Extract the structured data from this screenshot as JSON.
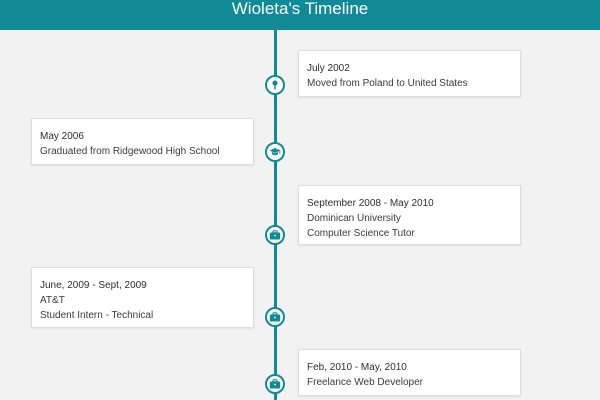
{
  "header": {
    "title": "Wioleta's Timeline"
  },
  "colors": {
    "accent": "#0f8a96",
    "background": "#f2f2f2",
    "card": "#ffffff"
  },
  "events": [
    {
      "side": "right",
      "icon": "pin-icon",
      "lines": [
        "July 2002",
        "Moved from Poland to United States"
      ]
    },
    {
      "side": "left",
      "icon": "graduation-cap-icon",
      "lines": [
        "May 2006",
        "Graduated from Ridgewood High School"
      ]
    },
    {
      "side": "right",
      "icon": "briefcase-icon",
      "lines": [
        "September 2008 - May 2010",
        "Dominican University",
        "Computer Science Tutor"
      ]
    },
    {
      "side": "left",
      "icon": "briefcase-icon",
      "lines": [
        "June, 2009 - Sept, 2009",
        "AT&T",
        "Student Intern - Technical"
      ]
    },
    {
      "side": "right",
      "icon": "briefcase-icon",
      "lines": [
        "Feb, 2010 - May, 2010",
        "Freelance Web Developer"
      ]
    }
  ]
}
